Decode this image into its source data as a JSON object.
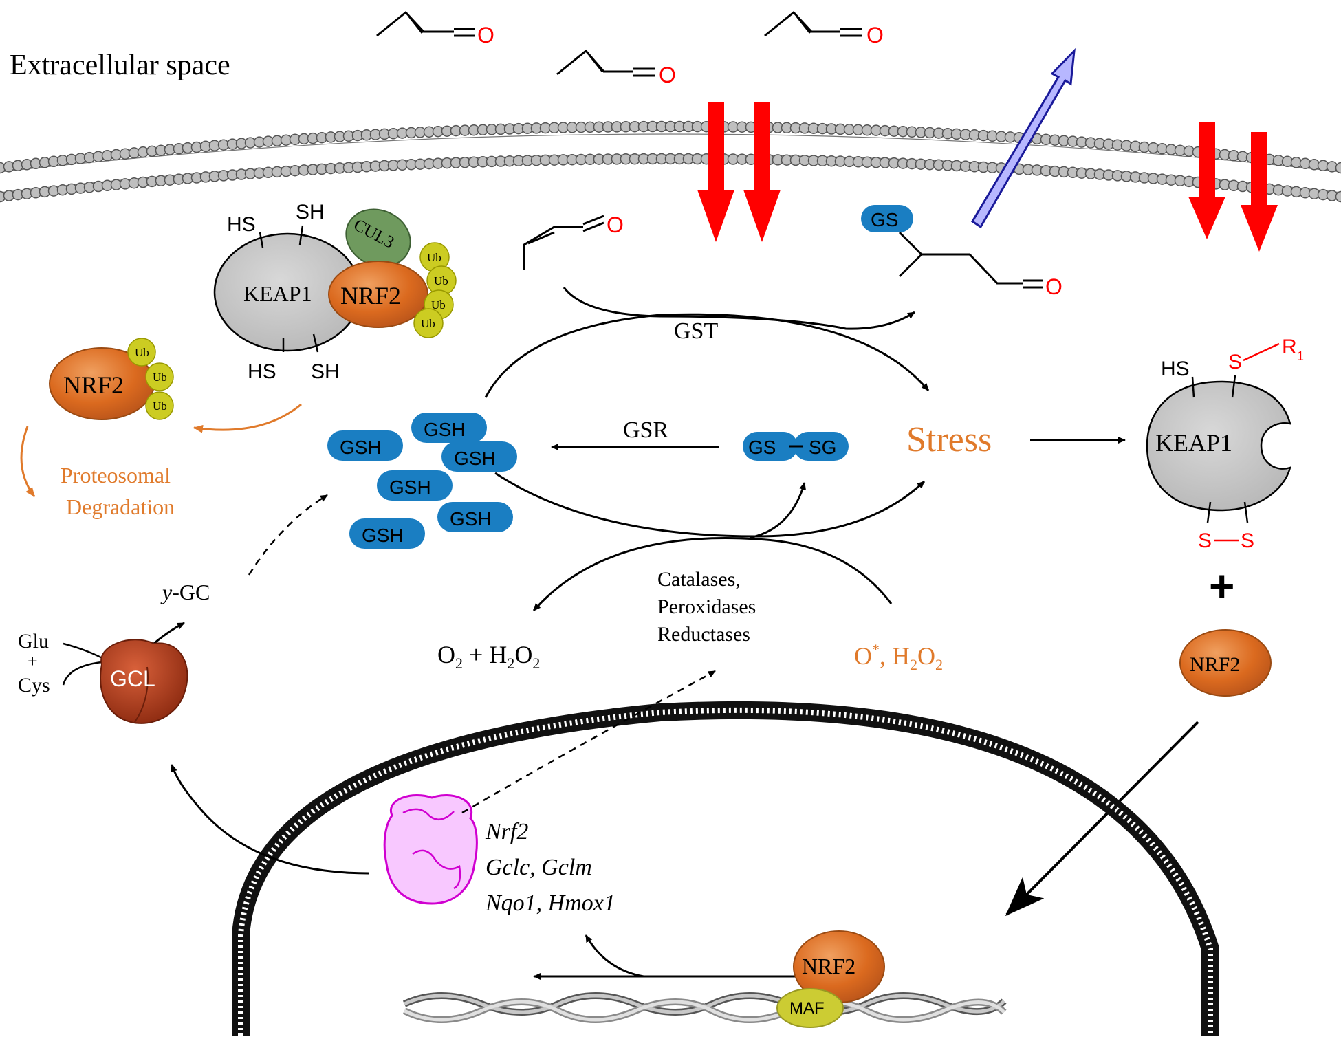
{
  "colors": {
    "arrow_red": "#ff0000",
    "export_blue": "#b7b7ff",
    "keap_gray": "#c8c8c8",
    "nrf2_orange": "#d9661b",
    "ub_yellow": "#cccc22",
    "cul3_green": "#6f9a5e",
    "gsh_blue": "#1a7ec2",
    "stress_orange": "#e07a2b",
    "gcl_red": "#b83a16",
    "ribosome_pink": "#f8c8ff",
    "ribosome_stroke": "#d000d0",
    "maf_yellow": "#cccc33",
    "text_red": "#ff0000"
  },
  "labels": {
    "extracellular": "Extracellular space",
    "hs": "HS",
    "sh": "SH",
    "cul3": "CUL3",
    "keap1": "KEAP1",
    "nrf2": "NRF2",
    "ub": "Ub",
    "proteosomal": "Proteosomal",
    "degradation": "Degradation",
    "gs": "GS",
    "o": "O",
    "gst": "GST",
    "gsr": "GSR",
    "gsh": "GSH",
    "gs_sg_left": "GS",
    "gs_sg_right": "SG",
    "stress": "Stress",
    "s": "S",
    "r": "R",
    "r_sub": "1",
    "plus": "+",
    "ygc_italic": "y",
    "ygc_rest": "-GC",
    "glu": "Glu",
    "glu_plus": "+",
    "cys": "Cys",
    "gcl": "GCL",
    "catalases": "Catalases,",
    "peroxidases": "Peroxidases",
    "reductases": "Reductases",
    "o2_o": "O",
    "o2_sub": "2",
    "o2_mid": " + H",
    "o2_sub2": "2",
    "o2_o2": "O",
    "o2_sub3": "2",
    "ros_o": "O",
    "ros_sup": "*",
    "ros_h": ", H",
    "ros_sub": "2",
    "ros_o2": "O",
    "ros_sub2": "2",
    "gene1": "Nrf2",
    "gene2": "Gclc, Gclm",
    "gene3": "Nqo1, Hmox1",
    "maf": "MAF"
  }
}
